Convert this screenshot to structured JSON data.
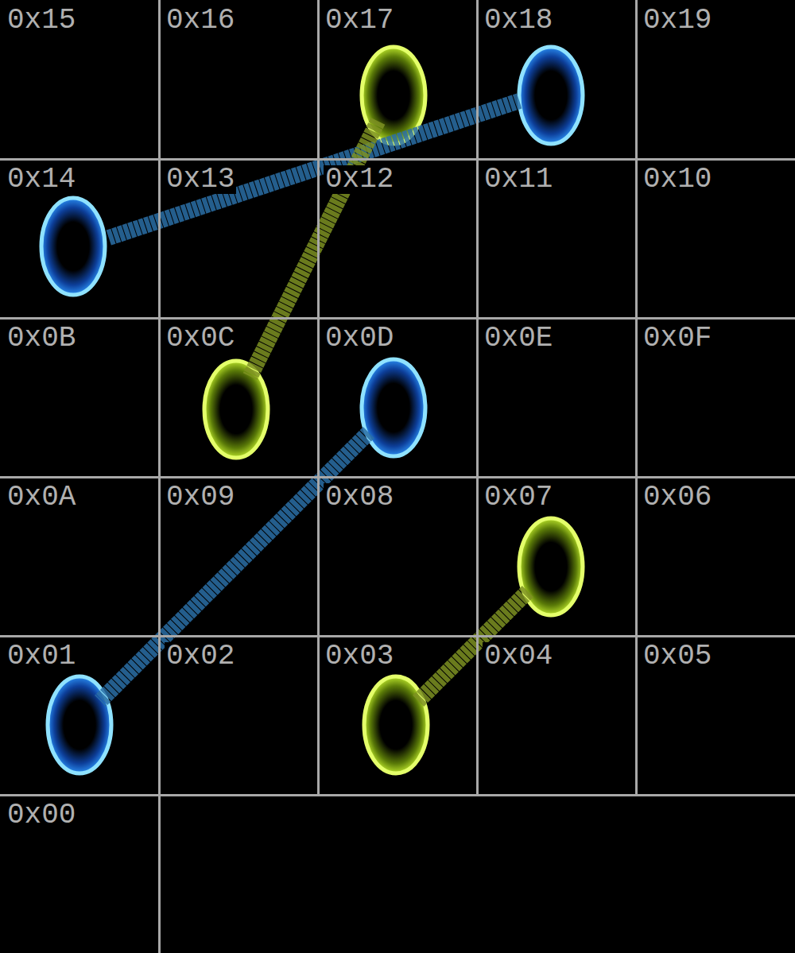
{
  "diagram": {
    "nodes": [
      {
        "text": [
          "0x15"
        ]
      },
      {
        "text": [
          "0x16"
        ]
      },
      {
        "text": [
          "0x17"
        ]
      },
      {
        "text": [
          "0x18"
        ]
      },
      {
        "text": [
          "0x19"
        ]
      },
      {
        "text": [
          "0x14"
        ]
      },
      {
        "text": [
          "0x13"
        ]
      },
      {
        "text": [
          "0x12"
        ]
      },
      {
        "text": [
          "0x11"
        ]
      },
      {
        "text": [
          "0x10"
        ]
      },
      {
        "text": [
          "0x0B"
        ]
      },
      {
        "text": [
          "0x0C"
        ]
      },
      {
        "text": [
          "0x0D"
        ]
      },
      {
        "text": [
          "0x0E"
        ]
      },
      {
        "text": [
          "0x0F"
        ]
      },
      {
        "text": [
          "0x0A"
        ]
      },
      {
        "text": [
          "0x09"
        ]
      },
      {
        "text": [
          "0x08"
        ]
      },
      {
        "text": [
          "0x07"
        ]
      },
      {
        "text": [
          "0x06"
        ]
      },
      {
        "text": [
          "0x01"
        ]
      },
      {
        "text": [
          "0x02"
        ]
      },
      {
        "text": [
          "0x03"
        ]
      },
      {
        "text": [
          "0x04"
        ]
      },
      {
        "text": [
          "0x05"
        ]
      },
      {
        "text": [
          "0x00"
        ]
      }
    ],
    "edges": [
      {
        "from": 5,
        "to": 3,
        "arrow": "none"
      },
      {
        "from": 2,
        "to": 11,
        "arrow": "none"
      },
      {
        "from": 12,
        "to": 20,
        "arrow": "none"
      },
      {
        "from": 18,
        "to": 22,
        "arrow": "none"
      }
    ]
  }
}
